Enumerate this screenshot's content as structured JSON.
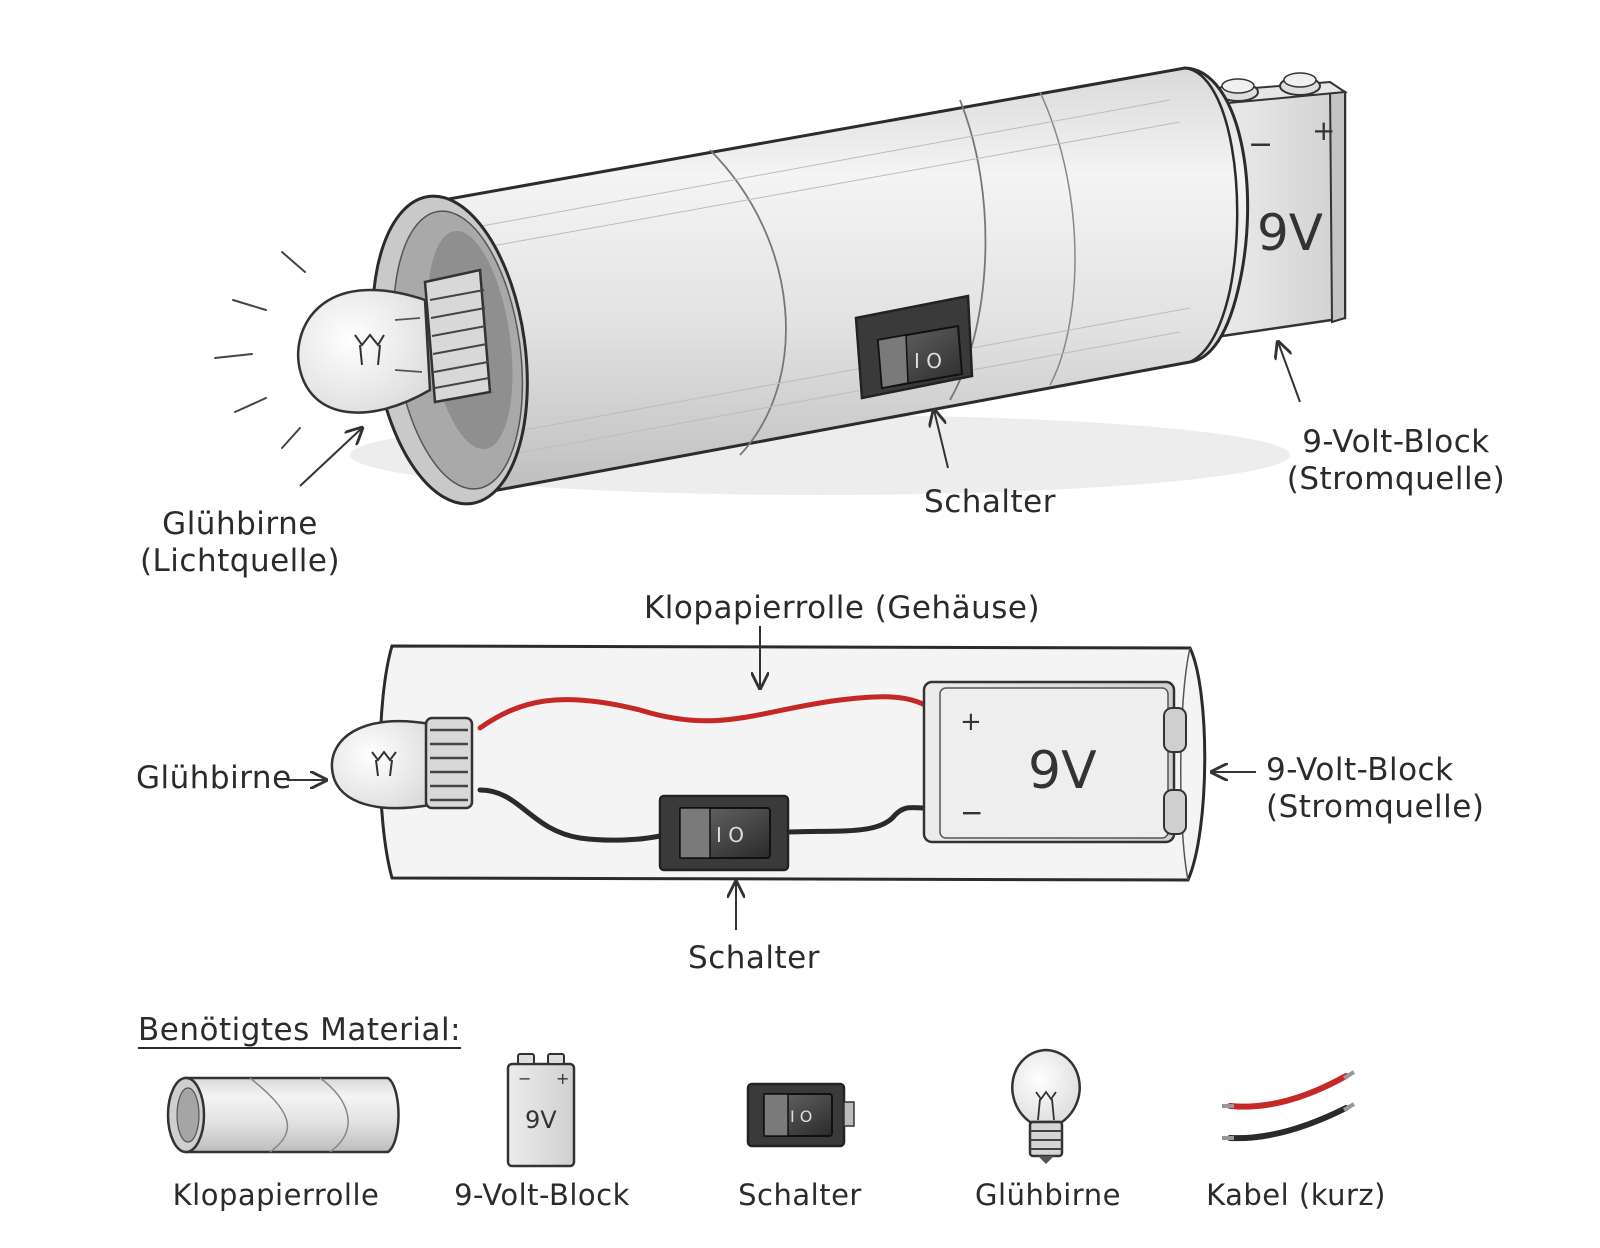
{
  "top_view": {
    "bulb_label": [
      "Glühbirne",
      "(Lichtquelle)"
    ],
    "switch_label": "Schalter",
    "battery_label": [
      "9-Volt-Block",
      "(Stromquelle)"
    ],
    "battery_voltage": "9V",
    "battery_minus": "−",
    "battery_plus": "+",
    "switch_marks": "I O"
  },
  "schematic": {
    "housing_label": "Klopapierrolle (Gehäuse)",
    "bulb_label": "Glühbirne",
    "switch_label": "Schalter",
    "battery_label": [
      "9-Volt-Block",
      "(Stromquelle)"
    ],
    "battery_voltage": "9V",
    "battery_plus": "+",
    "battery_minus": "−",
    "switch_marks": "I O",
    "wire_colors": {
      "positive": "#c62828",
      "negative": "#2a2a2a"
    }
  },
  "materials": {
    "heading": "Benötigtes Material:",
    "items": [
      {
        "icon": "roll-icon",
        "label": "Klopapierrolle"
      },
      {
        "icon": "battery-icon",
        "label": "9-Volt-Block",
        "voltage": "9V",
        "minus": "−",
        "plus": "+"
      },
      {
        "icon": "switch-icon",
        "label": "Schalter",
        "marks": "I O"
      },
      {
        "icon": "bulb-icon",
        "label": "Glühbirne"
      },
      {
        "icon": "cable-icon",
        "label": "Kabel (kurz)"
      }
    ]
  }
}
